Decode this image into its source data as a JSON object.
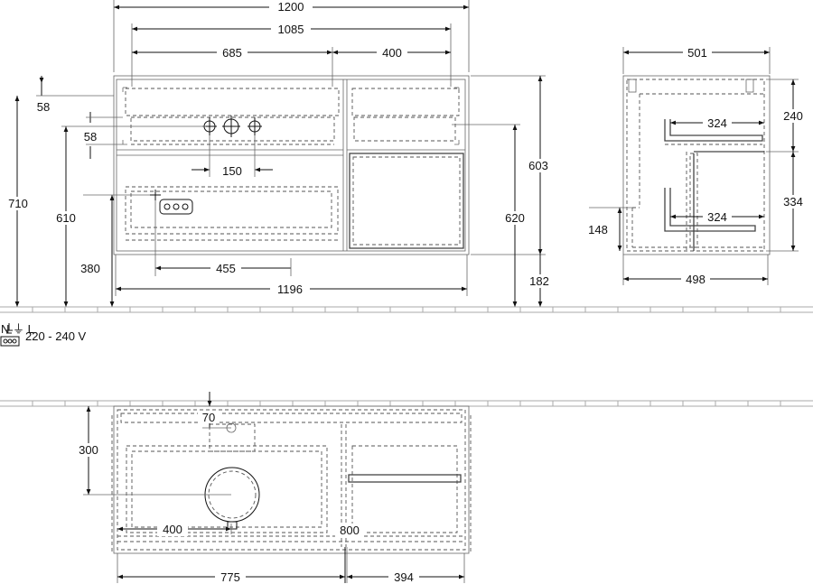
{
  "front_view": {
    "dimensions": {
      "overall_width": "1200",
      "inner_width": "1085",
      "left_width": "685",
      "right_width": "400",
      "top_offset": "58",
      "second_offset": "58",
      "tap_spacing": "150",
      "overall_height": "710",
      "height_610": "610",
      "height_380": "380",
      "socket_offset": "455",
      "base_width": "1196",
      "cabinet_height": "603",
      "height_620": "620",
      "leg_height": "182"
    }
  },
  "side_view": {
    "dimensions": {
      "top_depth": "501",
      "upper_drawer_depth": "324",
      "lower_drawer_depth": "324",
      "upper_height": "240",
      "lower_height": "334",
      "socket_height": "148",
      "bottom_depth": "498"
    }
  },
  "electrical": {
    "voltage": "220 - 240 V",
    "symbol_label": "N ⏚ L"
  },
  "top_view": {
    "dimensions": {
      "depth": "300",
      "back_offset": "70",
      "drain_offset": "400",
      "inner_800": "800",
      "left_775": "775",
      "right_394": "394"
    }
  }
}
